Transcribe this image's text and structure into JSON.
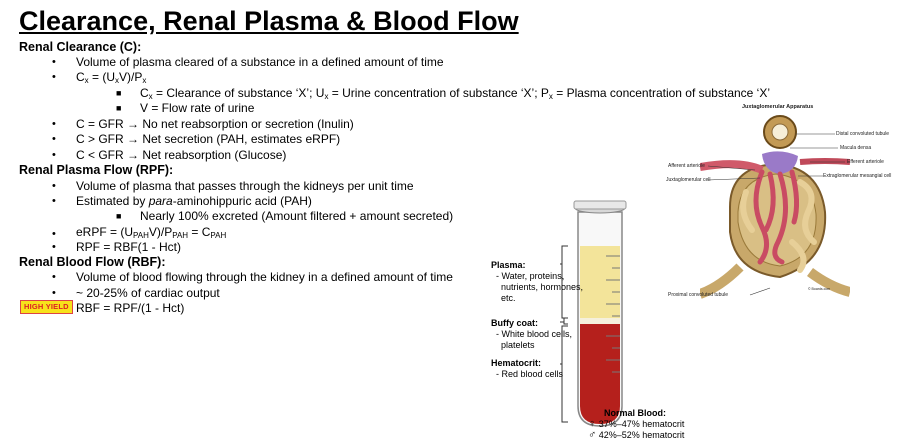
{
  "title": "Clearance, Renal Plasma & Blood Flow",
  "clearance": {
    "heading": "Renal Clearance (C):",
    "bullet1": "Volume of plasma cleared of a substance in a defined amount of time",
    "formula": {
      "c": "C",
      "csub": "x",
      "eq": " = (U",
      "usub": "x",
      "mid": "V)/P",
      "psub": "x"
    },
    "def1": {
      "c": "C",
      "csub": "x",
      "a": " = Clearance of substance ‘X’; U",
      "usub": "x",
      "b": " = Urine concentration of substance ‘X’; P",
      "psub": "x",
      "c2": " = Plasma concentration of substance ‘X’"
    },
    "def2": "V = Flow rate of urine",
    "eq_line": "C = GFR → No net reabsorption or secretion (Inulin)",
    "gt_line": "C > GFR → Net secretion (PAH, estimates eRPF)",
    "lt_line": "C < GFR → Net reabsorption (Glucose)"
  },
  "rpf": {
    "heading": "Renal Plasma Flow (RPF):",
    "bullet1": "Volume of plasma that passes through the kidneys per unit time",
    "bullet2_pre": "Estimated by ",
    "bullet2_italic": "para",
    "bullet2_post": "-aminohippuric acid (PAH)",
    "sub1": "Nearly 100% excreted (Amount filtered + amount secreted)",
    "erpf": {
      "a": "eRPF = (U",
      "s1": "PAH",
      "b": "V)/P",
      "s2": "PAH",
      "c": " = C",
      "s3": "PAH"
    },
    "rpf_eq": "RPF = RBF(1 - Hct)"
  },
  "rbf": {
    "heading": "Renal Blood Flow (RBF):",
    "bullet1": "Volume of blood flowing through the kidney in a defined amount of time",
    "bullet2": "~ 20-25% of cardiac output",
    "badge": "HIGH YIELD",
    "formula": "RBF = RPF/(1 - Hct)"
  },
  "tube": {
    "plasma_title": "Plasma:",
    "plasma_l1": "- Water, proteins,",
    "plasma_l2": "nutrients, hormones,",
    "plasma_l3": "etc.",
    "buffy_title": "Buffy coat:",
    "buffy_l1": "- White blood cells,",
    "buffy_l2": "platelets",
    "hct_title": "Hematocrit:",
    "hct_l1": "- Red blood cells",
    "normal_title": "Normal Blood:",
    "female": "37%–47% hematocrit",
    "male": "42%–52% hematocrit",
    "female_symbol": "♀",
    "male_symbol": "♂",
    "colors": {
      "plasma": "#f3e49a",
      "buffy": "#f5f0dc",
      "rbc": "#b5201c"
    }
  },
  "jga": {
    "title": "Juxtaglomerular Apparatus",
    "l_afferent": "Afferent arteriole",
    "l_jg": "Juxtaglomerular cell",
    "l_dct": "Distal convoluted tubule",
    "l_macula": "Macula densa",
    "l_efferent": "Efferent arteriole",
    "l_extra": "Extraglomerular mesangial cell",
    "l_pct": "Proximal convoluted tubule",
    "credit": "© Boards.com"
  }
}
